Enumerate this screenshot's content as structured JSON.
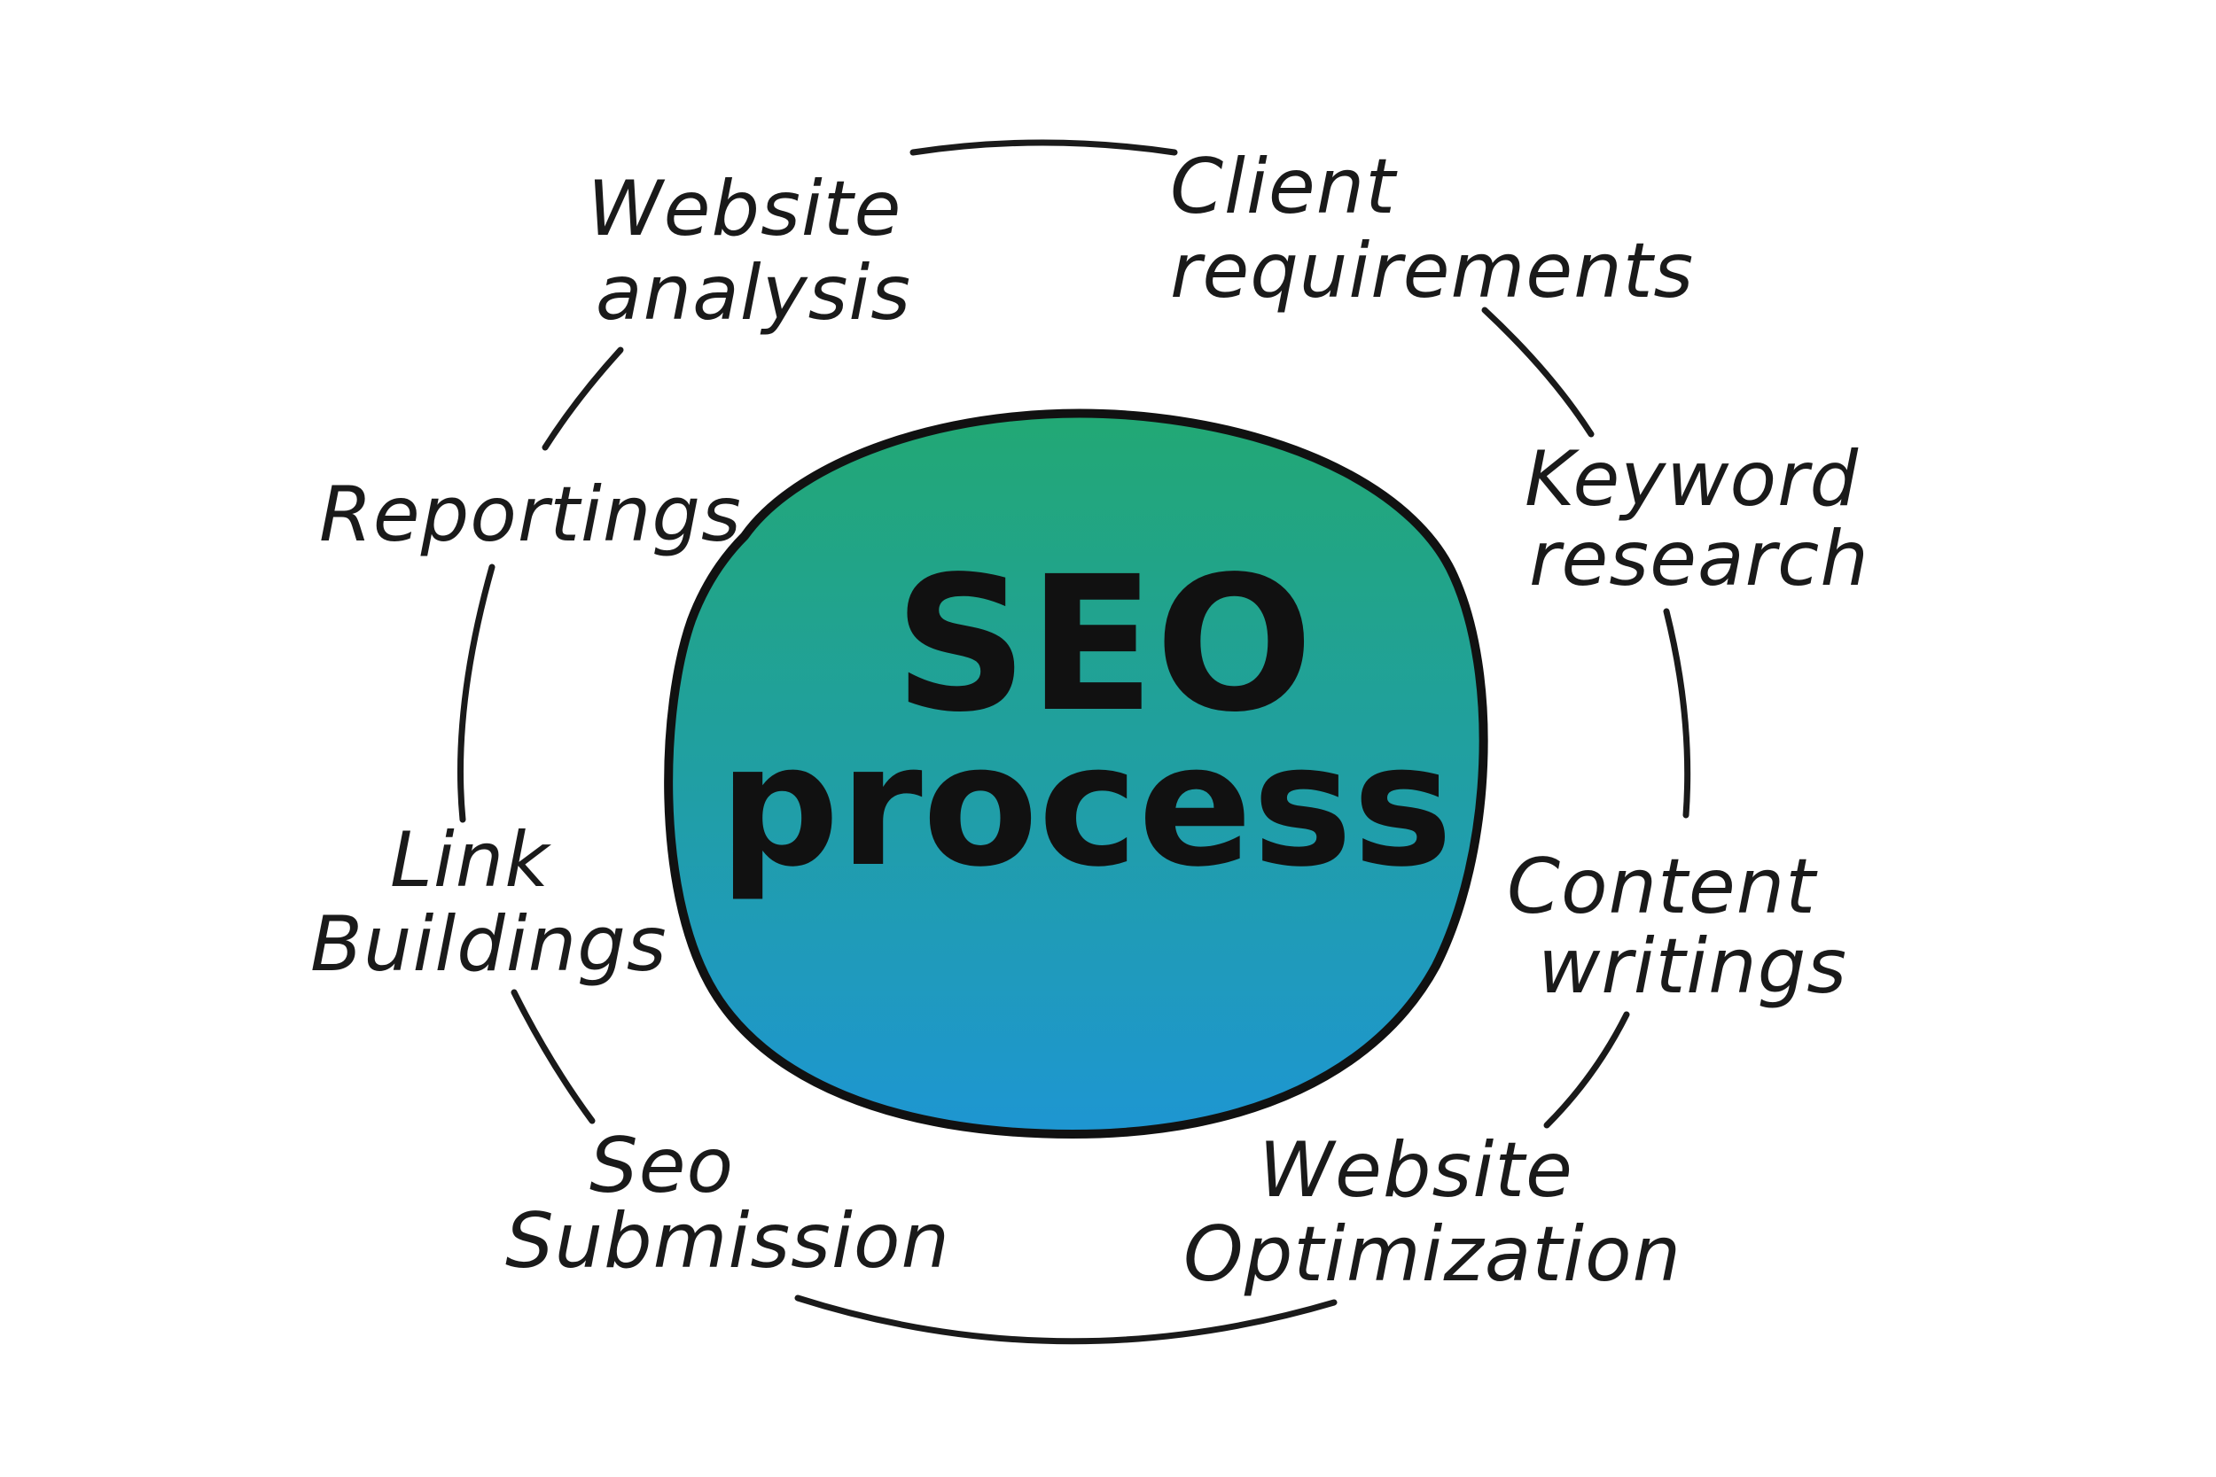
{
  "center": {
    "line1": "SEO",
    "line2": "process",
    "gradient_top": "#22a874",
    "gradient_bottom": "#1e96d2"
  },
  "steps": [
    {
      "line1": "Website",
      "line2": "analysis"
    },
    {
      "line1": "Client",
      "line2": "requirements"
    },
    {
      "line1": "Keyword",
      "line2": "research"
    },
    {
      "line1": "Content",
      "line2": "writings"
    },
    {
      "line1": "Website",
      "line2": "Optimization"
    },
    {
      "line1": "Seo",
      "line2": "Submission"
    },
    {
      "line1": "Link",
      "line2": "Buildings"
    },
    {
      "line1": "Reportings",
      "line2": ""
    }
  ]
}
